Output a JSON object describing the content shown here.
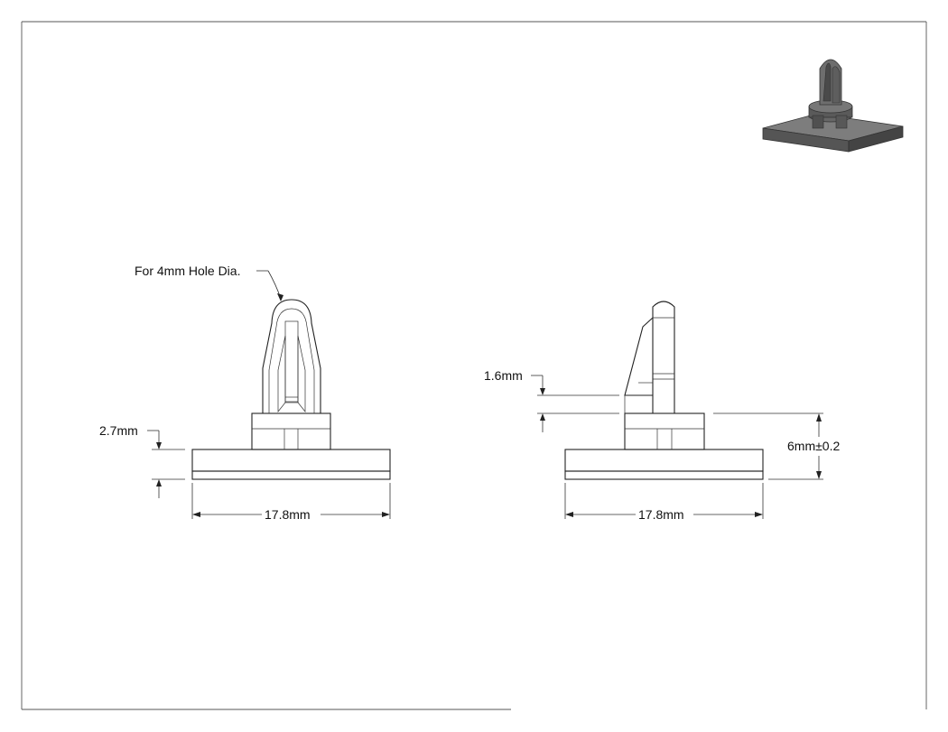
{
  "drawing": {
    "note_label": "For 4mm Hole Dia.",
    "front_view": {
      "height_label": "2.7mm",
      "width_label": "17.8mm"
    },
    "side_view": {
      "step_label": "1.6mm",
      "total_height_label": "6mm±0.2",
      "width_label": "17.8mm"
    },
    "colors": {
      "line": "#222222",
      "iso_top": "#7a7a7a",
      "iso_side": "#505050",
      "background": "#ffffff"
    }
  }
}
